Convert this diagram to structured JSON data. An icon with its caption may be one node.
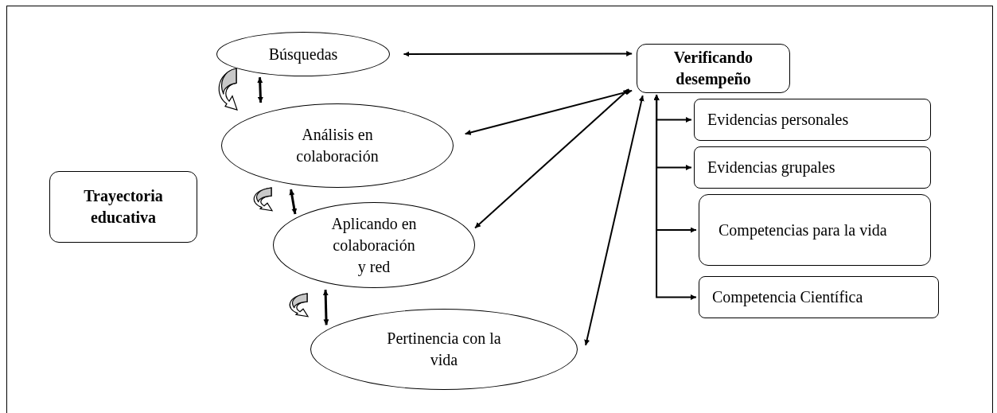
{
  "diagram": {
    "nodes": [
      {
        "text": [
          "Trayectoria educativa"
        ]
      },
      {
        "text": [
          "Búsquedas"
        ]
      },
      {
        "text": [
          "Análisis en colaboración"
        ]
      },
      {
        "text": [
          "Aplicando en colaboración y red"
        ]
      },
      {
        "text": [
          "Pertinencia con la vida"
        ]
      },
      {
        "text": [
          "Verificando desempeño"
        ]
      },
      {
        "text": [
          "Evidencias personales"
        ]
      },
      {
        "text": [
          "Evidencias grupales"
        ]
      },
      {
        "text": [
          "Competencias para la vida"
        ]
      },
      {
        "text": [
          "Competencia Científica"
        ]
      }
    ],
    "edges": [
      {
        "from": 1,
        "to": 5,
        "arrow": "both"
      },
      {
        "from": 2,
        "to": 5,
        "arrow": "both"
      },
      {
        "from": 3,
        "to": 5,
        "arrow": "both"
      },
      {
        "from": 4,
        "to": 5,
        "arrow": "both"
      },
      {
        "from": 1,
        "to": 2,
        "arrow": "both"
      },
      {
        "from": 2,
        "to": 3,
        "arrow": "both"
      },
      {
        "from": 3,
        "to": 4,
        "arrow": "both"
      },
      {
        "from": 1,
        "to": 2,
        "arrow": "to",
        "style": "thick"
      },
      {
        "from": 2,
        "to": 3,
        "arrow": "to",
        "style": "thick"
      },
      {
        "from": 3,
        "to": 4,
        "arrow": "to",
        "style": "thick"
      },
      {
        "from": 5,
        "to": 6,
        "arrow": "both"
      },
      {
        "from": 5,
        "to": 7,
        "arrow": "both"
      },
      {
        "from": 5,
        "to": 8,
        "arrow": "both"
      },
      {
        "from": 5,
        "to": 9,
        "arrow": "both"
      }
    ]
  }
}
